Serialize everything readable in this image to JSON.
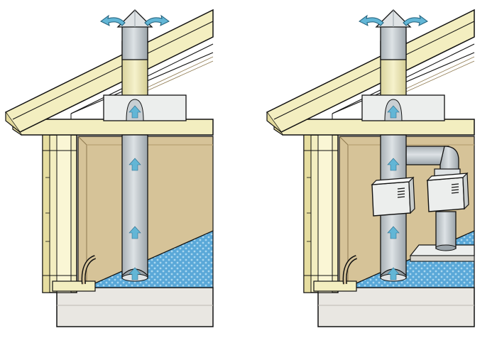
{
  "diagram": {
    "panels": [
      {
        "id": "left",
        "fan_count": 0
      },
      {
        "id": "right",
        "fan_count": 2
      }
    ],
    "colors": {
      "roof": "#f3f0c4",
      "wall_interior": "#d6c398",
      "wall_shade": "#b8a173",
      "pipe": "#c9cfd3",
      "pipe_shade": "#9fa8ae",
      "pipe_attic": "#f3eec4",
      "arrow": "#62b6d6",
      "floor": "#5aa8d8",
      "floor_dots": "#a9d7f0",
      "slab": "#e9e7e2",
      "fan_box": "#eceeed",
      "outline": "#111111"
    }
  }
}
